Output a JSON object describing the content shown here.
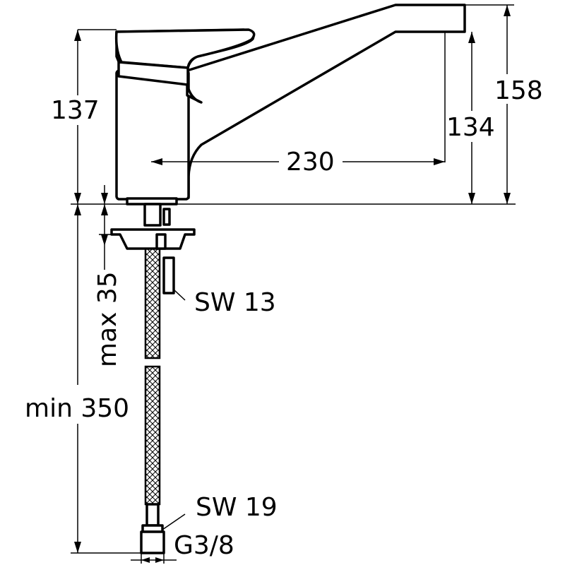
{
  "drawing": {
    "dimensions": {
      "height_lever": "137",
      "height_total": "158",
      "height_spout": "134",
      "spout_reach": "230",
      "max_thickness": "max 35",
      "min_hose": "min 350"
    },
    "labels": {
      "nut_small": "SW 13",
      "nut_large": "SW 19",
      "thread": "G3/8"
    }
  }
}
